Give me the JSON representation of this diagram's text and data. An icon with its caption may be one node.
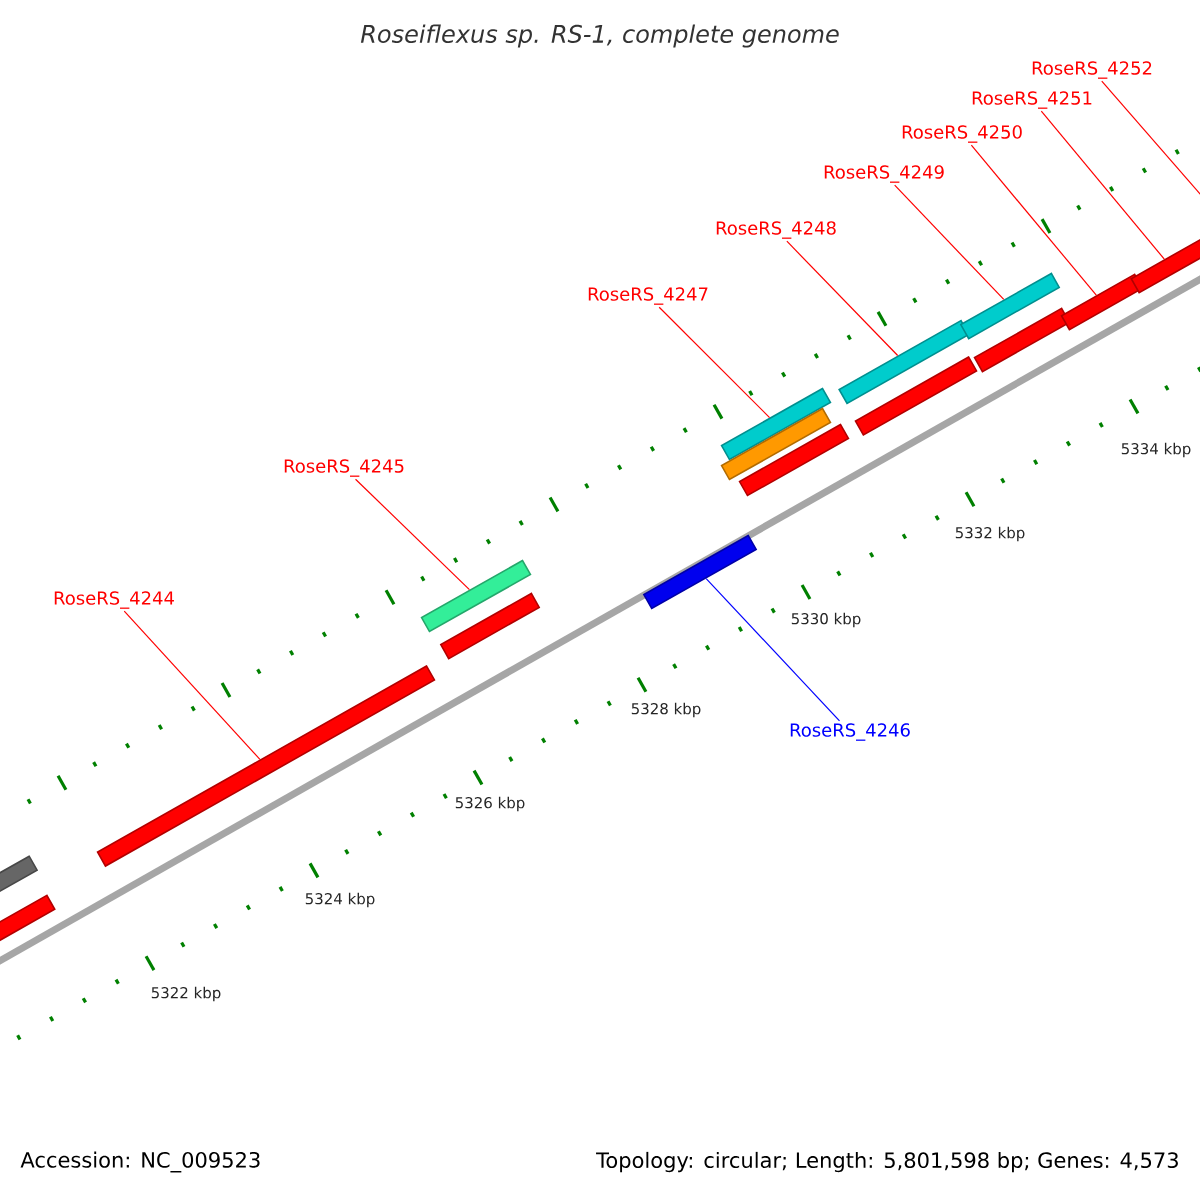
{
  "diagram": {
    "title": "Roseiflexus sp. RS-1, complete genome",
    "nodes": [
      {
        "text": [
          "RoseRS_4244"
        ]
      },
      {
        "text": [
          "RoseRS_4245"
        ]
      },
      {
        "text": [
          "RoseRS_4246"
        ]
      },
      {
        "text": [
          "RoseRS_4247"
        ]
      },
      {
        "text": [
          "RoseRS_4248"
        ]
      },
      {
        "text": [
          "RoseRS_4249"
        ]
      },
      {
        "text": [
          "RoseRS_4250"
        ]
      },
      {
        "text": [
          "RoseRS_4251"
        ]
      },
      {
        "text": [
          "RoseRS_4252"
        ]
      },
      {
        "text": [],
        "shape": "bar"
      },
      {
        "text": [],
        "shape": "bar"
      },
      {
        "text": [],
        "shape": "bar"
      },
      {
        "text": [],
        "shape": "bar"
      },
      {
        "text": [],
        "shape": "bar"
      },
      {
        "text": [],
        "shape": "bar"
      },
      {
        "text": [],
        "shape": "bar"
      },
      {
        "text": [],
        "shape": "bar"
      },
      {
        "text": [],
        "shape": "bar"
      },
      {
        "text": [],
        "shape": "bar"
      },
      {
        "text": [],
        "shape": "bar"
      },
      {
        "text": [],
        "shape": "bar"
      },
      {
        "text": [],
        "shape": "bar"
      },
      {
        "text": [],
        "shape": "bar"
      },
      {
        "text": [],
        "shape": "bar"
      }
    ],
    "edges": [
      {
        "from": 0,
        "to": 11,
        "arrow": "none"
      },
      {
        "from": 1,
        "to": 12,
        "arrow": "none"
      },
      {
        "from": 2,
        "to": 14,
        "arrow": "none",
        "color": "#0000ff"
      },
      {
        "from": 3,
        "to": 15,
        "arrow": "none"
      },
      {
        "from": 4,
        "to": 18,
        "arrow": "none"
      },
      {
        "from": 5,
        "to": 20,
        "arrow": "none"
      },
      {
        "from": 6,
        "to": 22,
        "arrow": "none"
      },
      {
        "from": 7,
        "to": 23,
        "arrow": "none"
      },
      {
        "from": 8,
        "to": null,
        "arrow": "none"
      }
    ],
    "labels": [
      "5334 kbp",
      "5332 kbp",
      "5330 kbp",
      "5328 kbp",
      "5326 kbp",
      "5324 kbp",
      "5322 kbp",
      "Accession: NC_009523",
      "Topology: circular; Length: 5,801,598 bp; Genes: 4,573"
    ]
  }
}
